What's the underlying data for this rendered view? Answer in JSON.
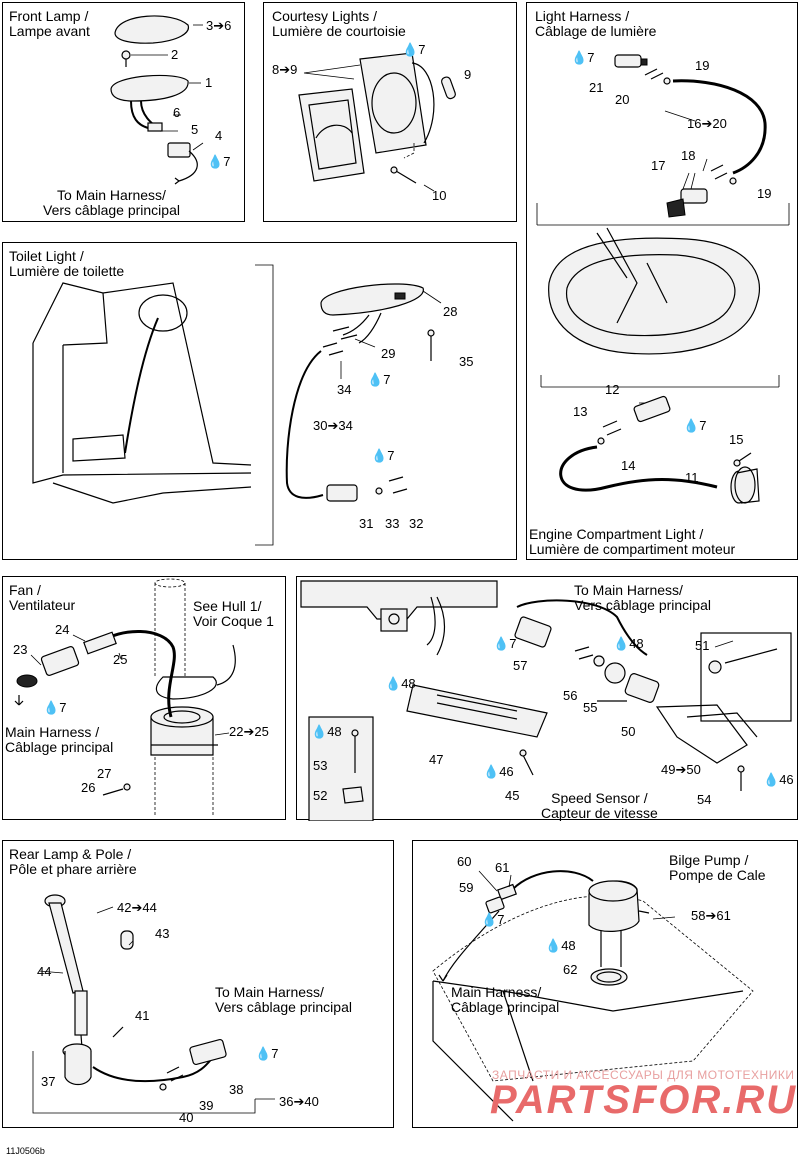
{
  "panels": {
    "front_lamp": {
      "title": "Front Lamp /\nLampe avant",
      "labels": {
        "p3_6": "3➔6",
        "p2": "2",
        "p1": "1",
        "p6": "6",
        "p5": "5",
        "p4": "4",
        "p7": "7"
      },
      "note": "To Main Harness/\nVers câblage principal"
    },
    "courtesy": {
      "title": "Courtesy Lights /\nLumière de courtoisie",
      "labels": {
        "p7": "7",
        "p8_9": "8➔9",
        "p9": "9",
        "p10": "10"
      }
    },
    "light_harness": {
      "title": "Light Harness /\nCâblage de lumière",
      "labels": {
        "p7": "7",
        "p19a": "19",
        "p21": "21",
        "p20": "20",
        "p16_20": "16➔20",
        "p17": "17",
        "p18": "18",
        "p19b": "19",
        "p12": "12",
        "p13": "13",
        "p7b": "7",
        "p14": "14",
        "p15": "15",
        "p11": "11"
      },
      "caption": "Engine Compartment Light /\nLumière de compartiment moteur"
    },
    "toilet": {
      "title": "Toilet Light /\nLumière de toilette",
      "labels": {
        "p28": "28",
        "p29": "29",
        "p35": "35",
        "p34": "34",
        "p7a": "7",
        "p30_34": "30➔34",
        "p7b": "7",
        "p31": "31",
        "p33": "33",
        "p32": "32"
      }
    },
    "fan": {
      "title": "Fan /\nVentilateur",
      "labels": {
        "p24": "24",
        "p23": "23",
        "p25": "25",
        "p7": "7",
        "p22_25": "22➔25",
        "p27": "27",
        "p26": "26"
      },
      "see_hull": "See Hull 1/\nVoir Coque 1",
      "main_harness": "Main Harness /\nCâblage principal"
    },
    "speed_sensor": {
      "title": "Speed Sensor /\nCapteur de vitesse",
      "to_main": "To Main Harness/\nVers câblage principal",
      "labels": {
        "p7": "7",
        "p57": "57",
        "p48a": "48",
        "p51": "51",
        "p48b": "48",
        "p56": "56",
        "p55": "55",
        "p50": "50",
        "p47": "47",
        "p48c": "48",
        "p53": "53",
        "p52": "52",
        "p46a": "46",
        "p45": "45",
        "p49_50": "49➔50",
        "p46b": "46",
        "p54": "54"
      }
    },
    "rear_lamp": {
      "title": "Rear Lamp & Pole /\nPôle et phare arrière",
      "to_main": "To Main Harness/\nVers câblage principal",
      "labels": {
        "p42_44": "42➔44",
        "p43": "43",
        "p44": "44",
        "p41": "41",
        "p7": "7",
        "p37": "37",
        "p38": "38",
        "p39": "39",
        "p40": "40",
        "p36_40": "36➔40"
      }
    },
    "bilge": {
      "title": "Bilge Pump /\nPompe de Cale",
      "labels": {
        "p60": "60",
        "p61": "61",
        "p59": "59",
        "p7": "7",
        "p58_61": "58➔61",
        "p48": "48",
        "p62": "62"
      },
      "main_harness": "Main Harness/\nCâblage principal"
    }
  },
  "watermark": {
    "line1": "ЗАПЧАСТИ И АКСЕССУАРЫ ДЛЯ МОТОТЕХНИКИ",
    "line2": "PARTSFOR.RU"
  },
  "diagram_code": "11J0506b"
}
